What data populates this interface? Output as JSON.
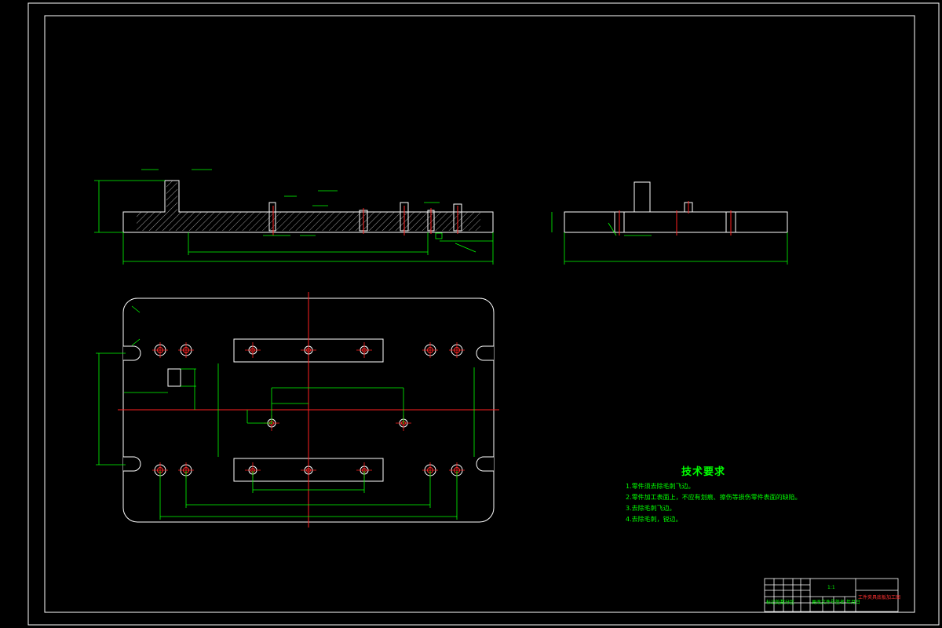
{
  "technical_requirements": {
    "title": "技术要求",
    "items": [
      "1.零件须去除毛刺飞边。",
      "2.零件加工表面上，不应有划痕、擦伤等损伤零件表面的缺陷。",
      "3.去除毛刺飞边。",
      "4.去除毛刺，锐边。"
    ]
  },
  "title_block": {
    "scale": "1:1",
    "drawing_name": "工件夹具底板加工图",
    "fields": [
      "标记",
      "处数",
      "分区",
      "更改文件号",
      "签名",
      "年月日"
    ]
  },
  "colors": {
    "background": "#000000",
    "outline": "#ffffff",
    "dimension": "#00ff00",
    "centerline": "#ff2020",
    "hatch": "#9a9a9a",
    "hole_center": "#ff3030"
  },
  "holes": [
    {
      "name": "hole-top-left-1"
    },
    {
      "name": "hole-top-left-2"
    },
    {
      "name": "hole-top-right-1"
    },
    {
      "name": "hole-top-right-2"
    },
    {
      "name": "hole-bottom-left-1"
    },
    {
      "name": "hole-bottom-left-2"
    },
    {
      "name": "hole-bottom-right-1"
    },
    {
      "name": "hole-bottom-right-2"
    },
    {
      "name": "hole-upper-strip-1"
    },
    {
      "name": "hole-upper-strip-2"
    },
    {
      "name": "hole-upper-strip-3"
    },
    {
      "name": "hole-lower-strip-1"
    },
    {
      "name": "hole-lower-strip-2"
    },
    {
      "name": "hole-lower-strip-3"
    },
    {
      "name": "hole-center-left"
    },
    {
      "name": "hole-center-right"
    }
  ]
}
